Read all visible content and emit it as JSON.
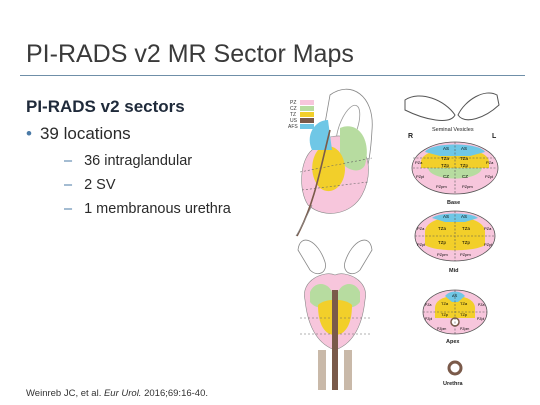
{
  "slide": {
    "title": "PI-RADS v2 MR Sector Maps",
    "heading": "PI-RADS v2 sectors",
    "bullet": "39 locations",
    "subitems": [
      "36 intraglandular",
      "2 SV",
      "1 membranous urethra"
    ],
    "citation": {
      "authors": "Weinreb JC, et al. ",
      "journal": "Eur Urol.",
      "rest": " 2016;69:16-40."
    }
  },
  "figure": {
    "legend": [
      {
        "label": "PZ",
        "color": "#f7c6dc"
      },
      {
        "label": "CZ",
        "color": "#b7dca0"
      },
      {
        "label": "TZ",
        "color": "#f2cf2a"
      },
      {
        "label": "US",
        "color": "#7a5a4a"
      },
      {
        "label": "AFS",
        "color": "#6fc7e6"
      }
    ],
    "labels": {
      "seminal_vesicles": "Seminal Vesicles",
      "right": "R",
      "left": "L",
      "base": "Base",
      "mid": "Mid",
      "apex": "Apex",
      "urethra": "Urethra"
    },
    "sector_labels": {
      "base": [
        "AS",
        "AS",
        "TZa",
        "TZa",
        "TZp",
        "TZp",
        "CZ",
        "CZ",
        "PZa",
        "PZa",
        "PZpl",
        "PZpl",
        "PZpm",
        "PZpm"
      ],
      "mid": [
        "AS",
        "AS",
        "TZa",
        "TZa",
        "TZp",
        "TZp",
        "PZa",
        "PZa",
        "PZpl",
        "PZpl",
        "PZpm",
        "PZpm"
      ],
      "apex": [
        "AS",
        "TZa",
        "TZa",
        "TZp",
        "TZp",
        "PZa",
        "PZa",
        "PZpl",
        "PZpl",
        "PZpm",
        "PZpm"
      ]
    }
  }
}
